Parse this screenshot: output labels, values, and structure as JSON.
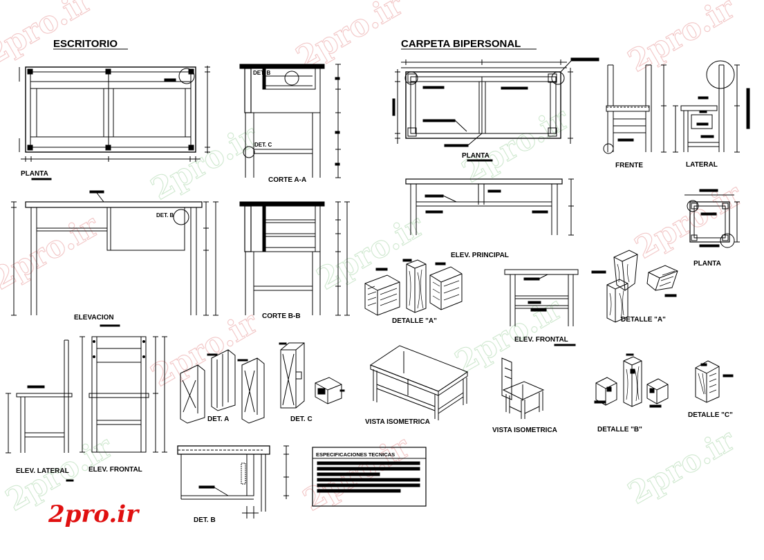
{
  "sections": {
    "escritorio": "ESCRITORIO",
    "carpeta": "CARPETA BIPERSONAL"
  },
  "labels": {
    "planta_desk": "PLANTA",
    "corte_aa": "CORTE A-A",
    "elevacion": "ELEVACION",
    "corte_bb": "CORTE B-B",
    "det_b_tag1": "DET. B",
    "det_c_tag": "DET. C",
    "det_b_tag2": "DET. B",
    "elev_lateral": "ELEV. LATERAL",
    "elev_frontal_chair": "ELEV. FRONTAL",
    "det_a": "DET. A",
    "det_c": "DET. C",
    "det_b": "DET. B",
    "planta_carpeta": "PLANTA",
    "frente": "FRENTE",
    "lateral": "LATERAL",
    "planta_small": "PLANTA",
    "elev_principal": "ELEV. PRINCIPAL",
    "detalle_a1": "DETALLE \"A\"",
    "detalle_a2": "DETALLE \"A\"",
    "elev_frontal": "ELEV. FRONTAL",
    "vista_iso1": "VISTA ISOMETRICA",
    "vista_iso2": "VISTA ISOMETRICA",
    "detalle_b": "DETALLE \"B\"",
    "detalle_c": "DETALLE \"C\"",
    "especificaciones": "ESPECIFICACIONES TECNICAS"
  },
  "watermark": {
    "text": "2pro.ir",
    "logo": "2pro.ir",
    "logo_color": "#e01010"
  },
  "colors": {
    "line": "#000000",
    "background": "#ffffff",
    "watermark_red": "#f2c6c6",
    "watermark_green": "#cfe8cf"
  }
}
